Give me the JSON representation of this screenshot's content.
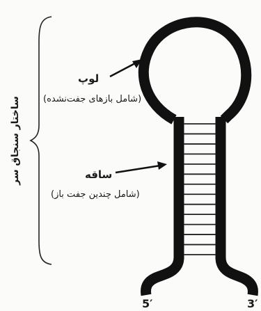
{
  "labels": {
    "loop": "لوپ",
    "loop_sub": "(شامل بازهای جفت‌نشده)",
    "stem": "ساقه",
    "stem_sub": "(شامل چندین جفت باز)",
    "structure": "ساختار سنجاق سر",
    "end_5": "5′",
    "end_3": "3′"
  },
  "stem": {
    "base_pair_count": 14
  },
  "colors": {
    "strand": "#111111",
    "rung": "#222222",
    "background": "#fbfbfa"
  }
}
